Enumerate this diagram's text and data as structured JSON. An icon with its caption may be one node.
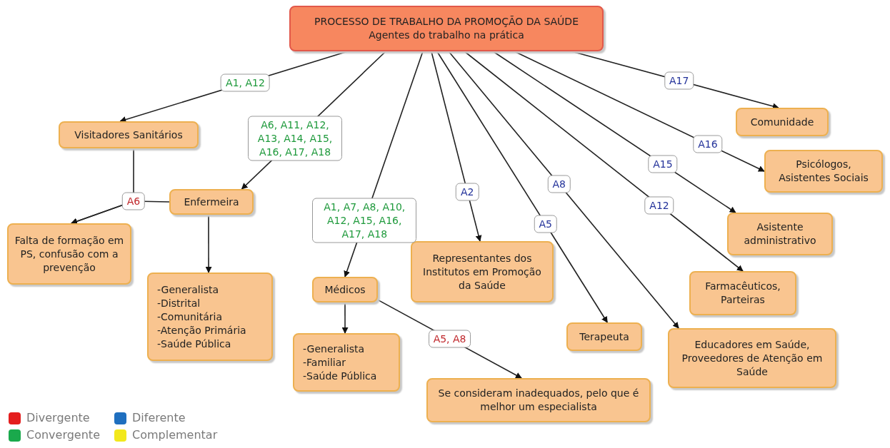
{
  "diagram": {
    "nodes": [
      {
        "text": [
          "PROCESSO DE TRABALHO DA PROMOÇÃO DA SAÚDE",
          "Agentes do trabalho na prática"
        ]
      },
      {
        "text": [
          "Visitadores Sanitários"
        ]
      },
      {
        "text": [
          "Enfermeira"
        ]
      },
      {
        "text": [
          "Falta de formação em PS, confusão com a prevenção"
        ]
      },
      {
        "text": [
          "-Generalista",
          "-Distrital",
          "-Comunitária",
          "-Atenção Primária",
          "-Saúde Pública"
        ]
      },
      {
        "text": [
          "Médicos"
        ]
      },
      {
        "text": [
          "-Generalista",
          "-Familiar",
          "-Saúde Pública"
        ]
      },
      {
        "text": [
          "Se consideram inadequados, pelo que é melhor um especialista"
        ]
      },
      {
        "text": [
          "Representantes dos Institutos em Promoção da Saúde"
        ]
      },
      {
        "text": [
          "Terapeuta"
        ]
      },
      {
        "text": [
          "Educadores em Saúde, Proveedores de Atenção em Saúde"
        ]
      },
      {
        "text": [
          "Farmacêuticos, Parteiras"
        ]
      },
      {
        "text": [
          "Asistente administrativo"
        ]
      },
      {
        "text": [
          "Psicólogos, Asistentes Sociais"
        ]
      },
      {
        "text": [
          "Comunidade"
        ]
      }
    ],
    "edges": [
      {
        "from": 0,
        "to": 1,
        "arrow": "to",
        "label": "A1, A12"
      },
      {
        "from": 0,
        "to": 2,
        "arrow": "to",
        "label": "A6, A11, A12, A13, A14, A15, A16, A17, A18"
      },
      {
        "from": 1,
        "to": 3,
        "arrow": "to",
        "label": "A6"
      },
      {
        "from": 2,
        "to": 3,
        "arrow": "to"
      },
      {
        "from": 2,
        "to": 4,
        "arrow": "to"
      },
      {
        "from": 0,
        "to": 5,
        "arrow": "to",
        "label": "A1, A7, A8, A10, A12, A15, A16, A17, A18"
      },
      {
        "from": 5,
        "to": 6,
        "arrow": "to"
      },
      {
        "from": 5,
        "to": 7,
        "arrow": "to",
        "label": "A5, A8"
      },
      {
        "from": 0,
        "to": 8,
        "arrow": "to",
        "label": "A2"
      },
      {
        "from": 0,
        "to": 9,
        "arrow": "to",
        "label": "A5"
      },
      {
        "from": 0,
        "to": 10,
        "arrow": "to",
        "label": "A8"
      },
      {
        "from": 0,
        "to": 11,
        "arrow": "to",
        "label": "A12"
      },
      {
        "from": 0,
        "to": 12,
        "arrow": "to",
        "label": "A15"
      },
      {
        "from": 0,
        "to": 13,
        "arrow": "to",
        "label": "A16"
      },
      {
        "from": 0,
        "to": 14,
        "arrow": "to",
        "label": "A17"
      }
    ],
    "legend": [
      {
        "text": "Divergente",
        "color": "#e41e1e"
      },
      {
        "text": "Diferente",
        "color": "#1f6fbf"
      },
      {
        "text": "Convergente",
        "color": "#1aa94c"
      },
      {
        "text": "Complementar",
        "color": "#f2e81c"
      }
    ]
  }
}
